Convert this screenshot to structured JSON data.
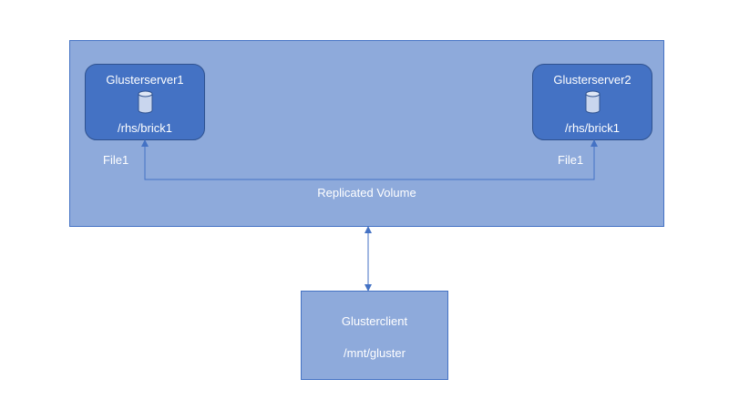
{
  "volume": {
    "label": "Replicated Volume"
  },
  "servers": [
    {
      "name": "Glusterserver1",
      "brick": "/rhs/brick1",
      "icon": "database-icon",
      "file": "File1"
    },
    {
      "name": "Glusterserver2",
      "brick": "/rhs/brick1",
      "icon": "database-icon",
      "file": "File1"
    }
  ],
  "client": {
    "name": "Glusterclient",
    "mount": "/mnt/gluster"
  },
  "colors": {
    "volume_fill": "#8eaadb",
    "server_fill": "#4472c4",
    "border": "#4472c4",
    "connector": "#4472c4",
    "text": "#ffffff"
  }
}
